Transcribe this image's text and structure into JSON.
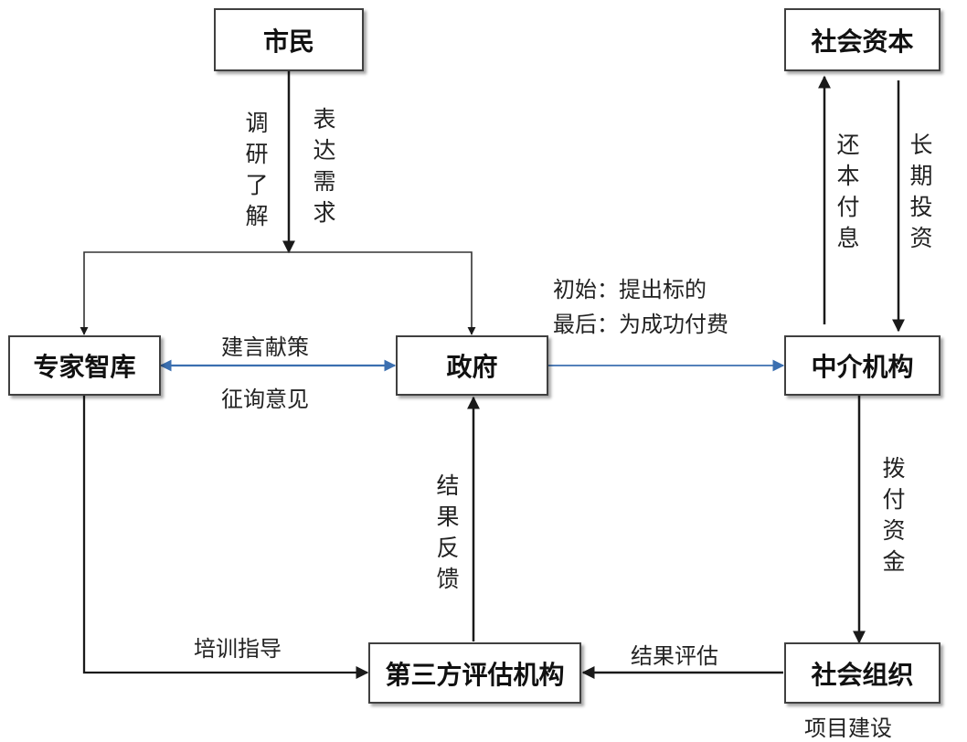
{
  "nodes": {
    "citizen": "市民",
    "social_capital": "社会资本",
    "think_tank": "专家智库",
    "government": "政府",
    "intermediary": "中介机构",
    "third_party": "第三方评估机构",
    "social_org": "社会组织"
  },
  "edges": {
    "survey": "调研了解",
    "express_needs": "表达需求",
    "advice": "建言献策",
    "consult": "征询意见",
    "initial": "初始：提出标的",
    "final": "最后：为成功付费",
    "repay": "还本付息",
    "long_invest": "长期投资",
    "allocate_funds": "拨付资金",
    "result_feedback": "结果反馈",
    "training": "培训指导",
    "result_eval": "结果评估",
    "project_build": "项目建设"
  },
  "colors": {
    "line": "#1a1a1a",
    "blue_line": "#3b6fb0",
    "box_border": "#404040"
  }
}
